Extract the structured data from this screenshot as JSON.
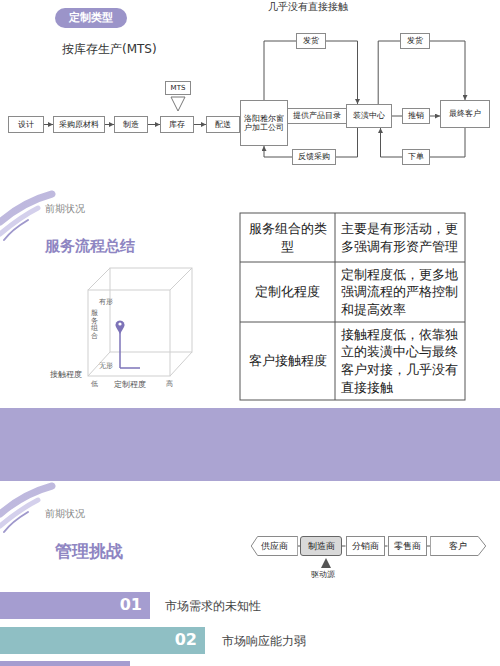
{
  "diagram": {
    "nodes": [
      {
        "text": [
          "定制类型"
        ]
      },
      {
        "text": [
          "设计"
        ]
      },
      {
        "text": [
          "采购原材料"
        ]
      },
      {
        "text": [
          "制造"
        ]
      },
      {
        "text": [
          "库存"
        ]
      },
      {
        "text": [
          "配送"
        ]
      },
      {
        "text": [
          "MTS"
        ]
      },
      {
        "text": [
          "洛阳雅尔窗户加工公司"
        ]
      },
      {
        "text": [
          "装潢中心"
        ]
      },
      {
        "text": [
          "最终客户"
        ]
      },
      {
        "text": [
          "发货"
        ]
      },
      {
        "text": [
          "发货"
        ]
      },
      {
        "text": [
          "提供产品目录"
        ]
      },
      {
        "text": [
          "推销"
        ]
      },
      {
        "text": [
          "反馈采购"
        ]
      },
      {
        "text": [
          "下单"
        ]
      },
      {
        "text": [
          "供应商"
        ]
      },
      {
        "text": [
          "制造商"
        ]
      },
      {
        "text": [
          "分销商"
        ]
      },
      {
        "text": [
          "零售商"
        ]
      },
      {
        "text": [
          "客户"
        ]
      },
      {
        "text": [
          "01",
          "市场需求的未知性"
        ]
      },
      {
        "text": [
          "02",
          "市场响应能力弱"
        ]
      }
    ],
    "edges": [
      {
        "from": 1,
        "to": 2,
        "arrow": "to"
      },
      {
        "from": 2,
        "to": 3,
        "arrow": "to"
      },
      {
        "from": 3,
        "to": 4,
        "arrow": "to"
      },
      {
        "from": 4,
        "to": 5,
        "arrow": "to"
      },
      {
        "from": 7,
        "to": 10,
        "arrow": "none"
      },
      {
        "from": 10,
        "to": 8,
        "arrow": "to"
      },
      {
        "from": 8,
        "to": 11,
        "arrow": "none"
      },
      {
        "from": 11,
        "to": 9,
        "arrow": "to"
      },
      {
        "from": 7,
        "to": 12,
        "arrow": "none"
      },
      {
        "from": 12,
        "to": 8,
        "arrow": "to"
      },
      {
        "from": 8,
        "to": 13,
        "arrow": "none"
      },
      {
        "from": 13,
        "to": 9,
        "arrow": "to"
      },
      {
        "from": 8,
        "to": 14,
        "arrow": "none"
      },
      {
        "from": 14,
        "to": 7,
        "arrow": "to"
      },
      {
        "from": 9,
        "to": 15,
        "arrow": "none"
      },
      {
        "from": 15,
        "to": 8,
        "arrow": "to"
      },
      {
        "from": 16,
        "to": 17,
        "arrow": "none"
      },
      {
        "from": 17,
        "to": 18,
        "arrow": "none"
      },
      {
        "from": 18,
        "to": 19,
        "arrow": "none"
      },
      {
        "from": 19,
        "to": 20,
        "arrow": "none"
      }
    ],
    "labels": [
      "按库存生产(MTS)",
      "几乎没有直接接触",
      "前期状况",
      "服务流程总结",
      "服务组合",
      "有形",
      "无形",
      "接触程度",
      "低",
      "定制程度",
      "高",
      "服务组合的类型",
      "主要是有形活动，更多强调有形资产管理",
      "定制化程度",
      "定制程度低，更多地强调流程的严格控制和提高效率",
      "客户接触程度",
      "接触程度低，依靠独立的装潢中心与最终客户对接，几乎没有直接接触",
      "前期状况",
      "管理挑战",
      "驱动源"
    ]
  }
}
